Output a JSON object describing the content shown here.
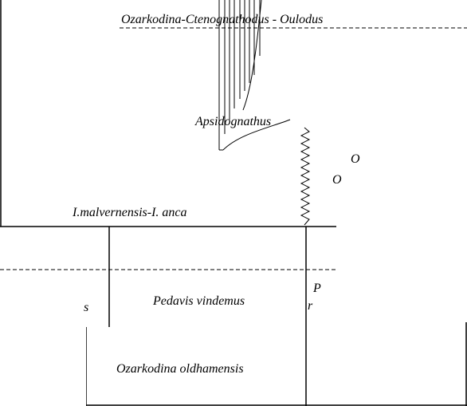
{
  "labels": {
    "top_zone": "Ozarkodina-Ctenognathodus - Oulodus",
    "apsidognathus": "Apsidognathus",
    "malvernensis": "I.malvernensis-I. anca",
    "pedavis": "Pedavis vindemus",
    "oldhamensis": "Ozarkodina oldhamensis",
    "fragment_right_upper": "O",
    "fragment_right_mid": "O",
    "fragment_left_low": "s",
    "fragment_right_low": "P",
    "fragment_right_low2": "r"
  }
}
